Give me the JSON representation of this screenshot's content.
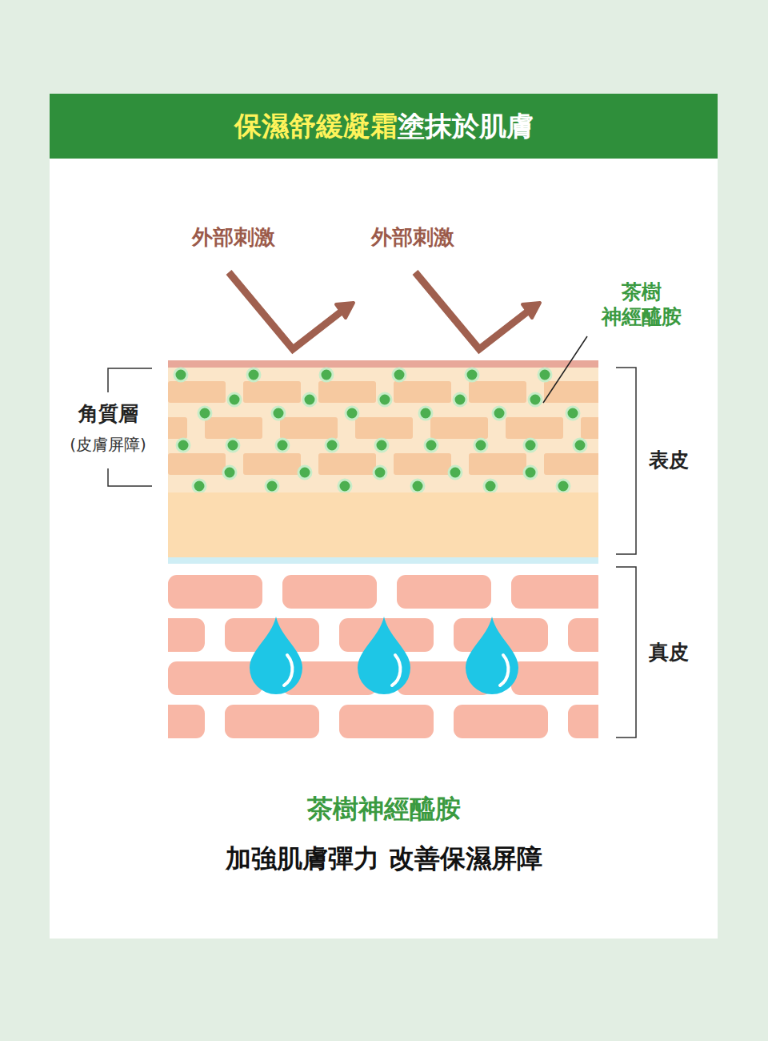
{
  "diagram": {
    "nodes": [
      {
        "text": [
          "保濕舒緩凝霜",
          "塗抹於肌膚"
        ]
      }
    ],
    "labels": [
      "外部刺激",
      "外部刺激",
      "茶樹 神經醯胺",
      "角質層",
      "(皮膚屏障)",
      "表皮",
      "真皮",
      "茶樹神經醯胺",
      "加強肌膚彈力 改善保濕屏障"
    ]
  }
}
